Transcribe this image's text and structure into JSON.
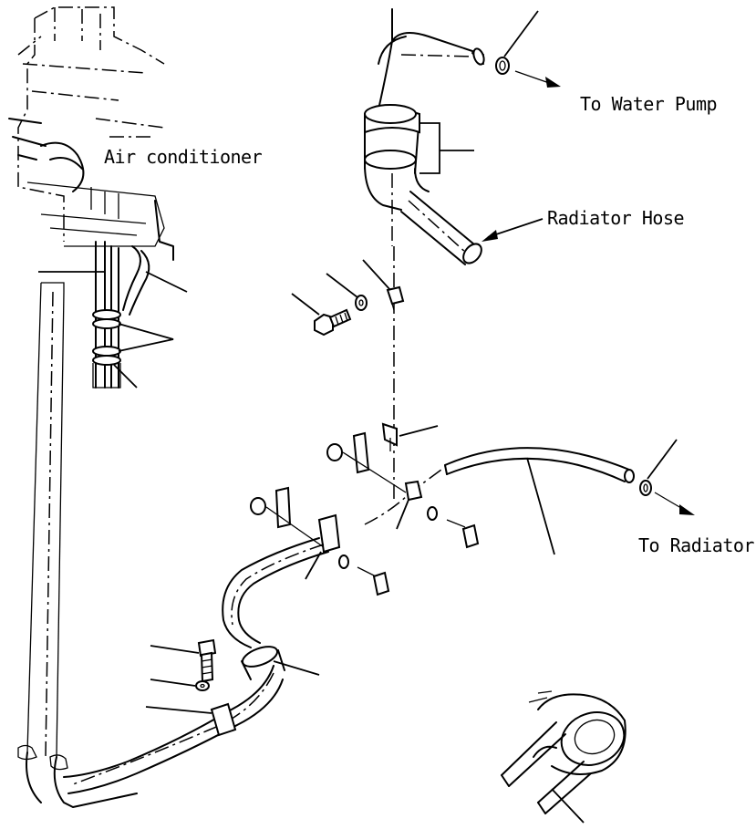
{
  "labels": {
    "air_conditioner": "Air conditioner",
    "to_water_pump": "To Water Pump",
    "radiator_hose": "Radiator Hose",
    "to_radiator": "To Radiator"
  }
}
